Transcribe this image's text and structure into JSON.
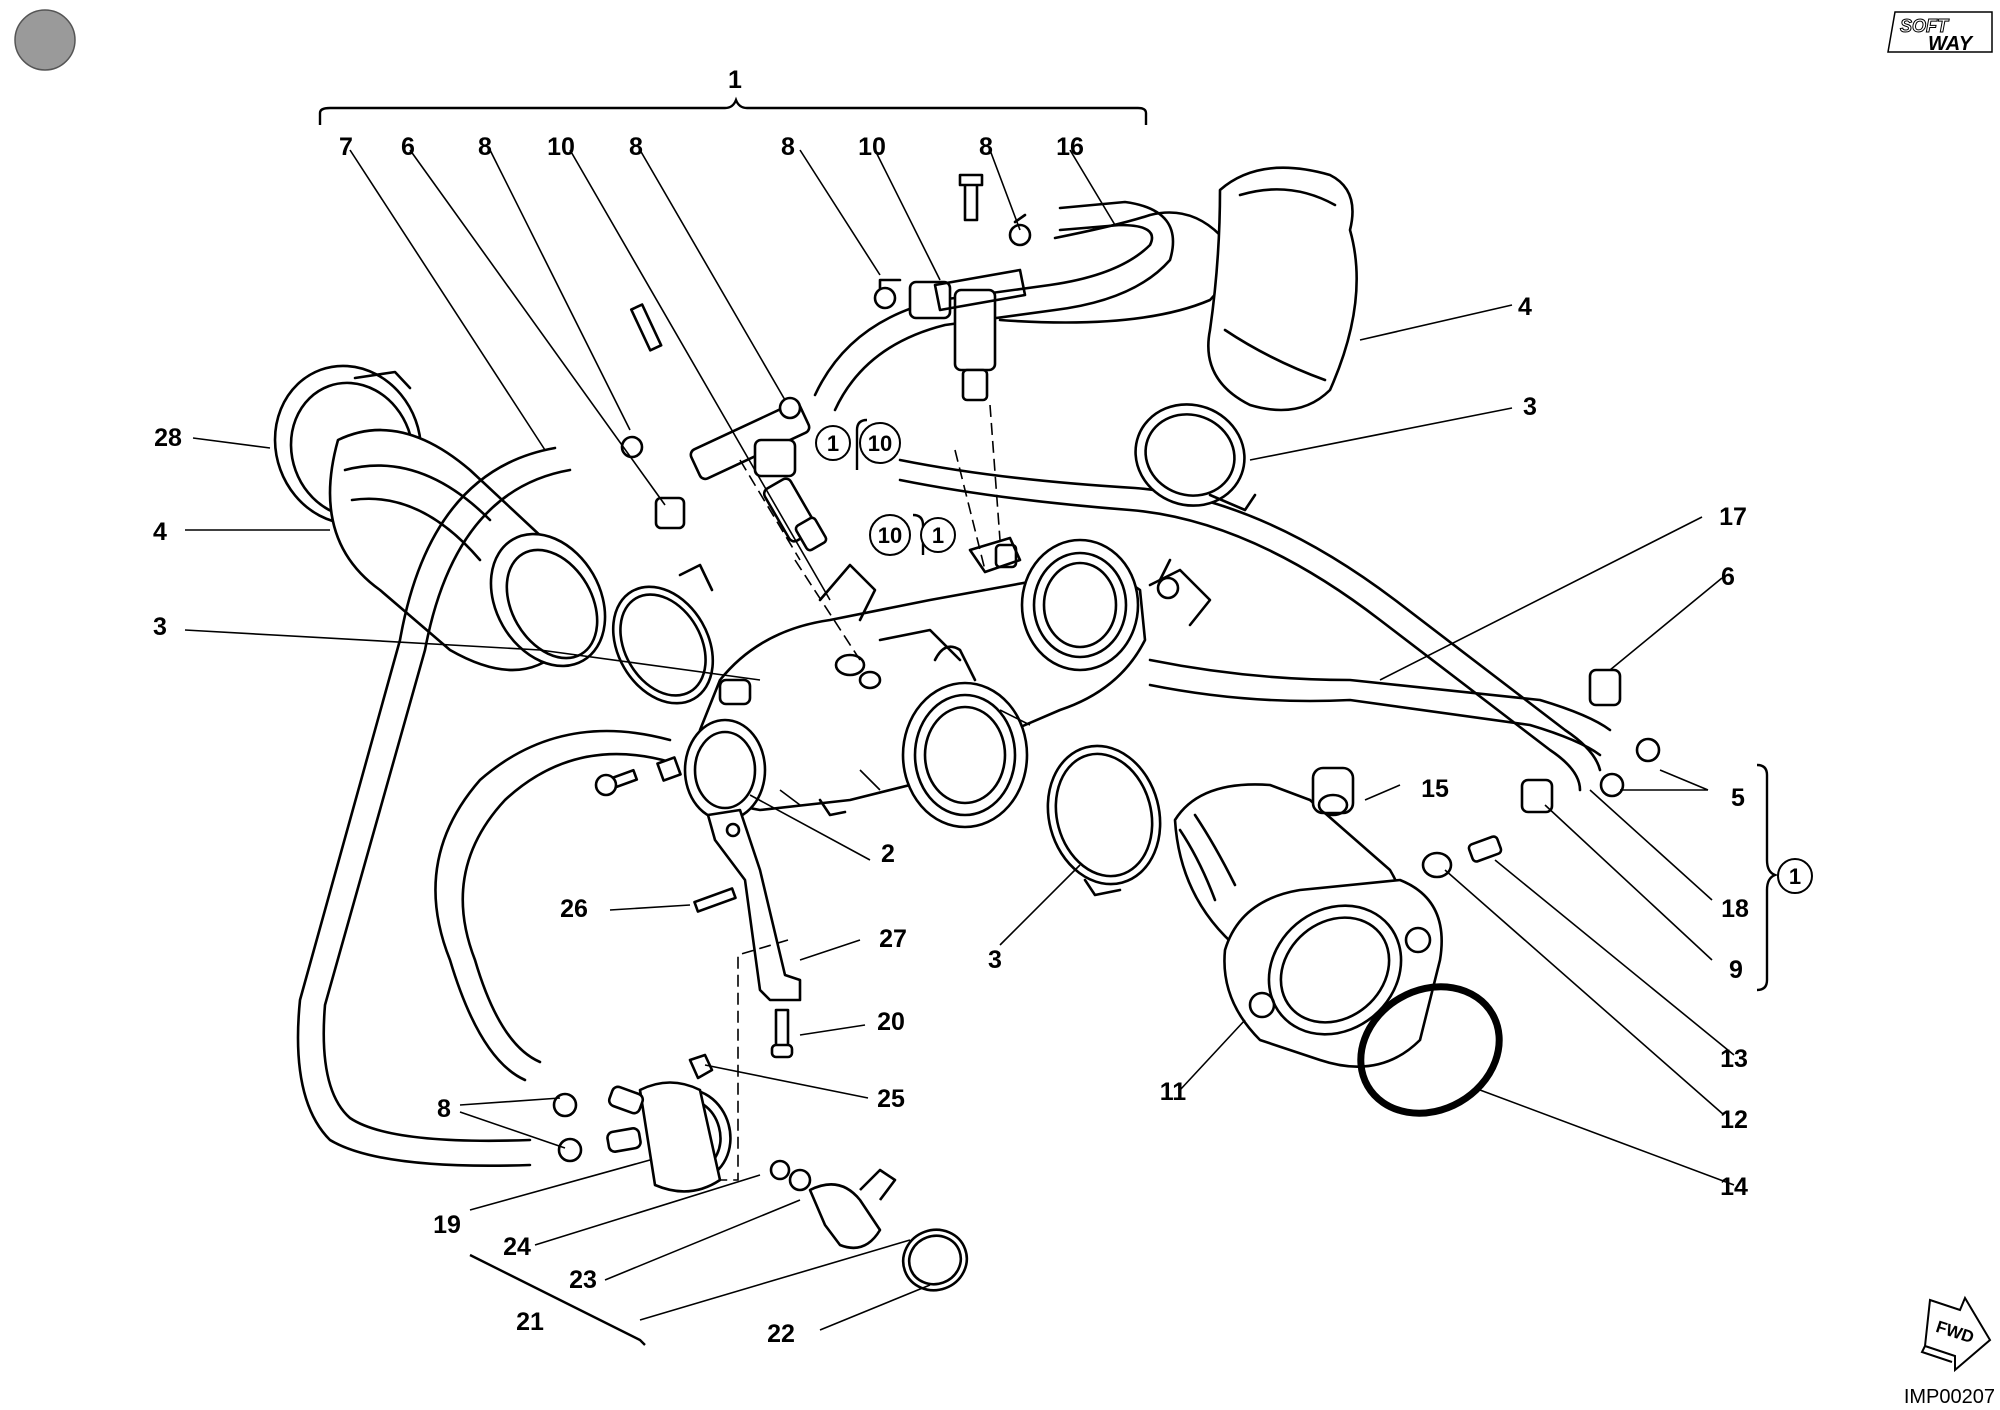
{
  "drawing": {
    "code": "IMP00207",
    "logo_top": "SOFT",
    "logo_bottom": "WAY",
    "fwd_label": "FWD"
  },
  "labels": {
    "1": "1",
    "2": "2",
    "3": "3",
    "4": "4",
    "5": "5",
    "6": "6",
    "7": "7",
    "8": "8",
    "9": "9",
    "10": "10",
    "11": "11",
    "12": "12",
    "13": "13",
    "14": "14",
    "15": "15",
    "16": "16",
    "17": "17",
    "18": "18",
    "19": "19",
    "20": "20",
    "21": "21",
    "22": "22",
    "23": "23",
    "24": "24",
    "25": "25",
    "26": "26",
    "27": "27",
    "28": "28"
  },
  "circled": {
    "one": "1",
    "ten": "10"
  },
  "colors": {
    "ink": "#000000",
    "paper": "#ffffff",
    "grey_disc": "#9a9a9a"
  }
}
